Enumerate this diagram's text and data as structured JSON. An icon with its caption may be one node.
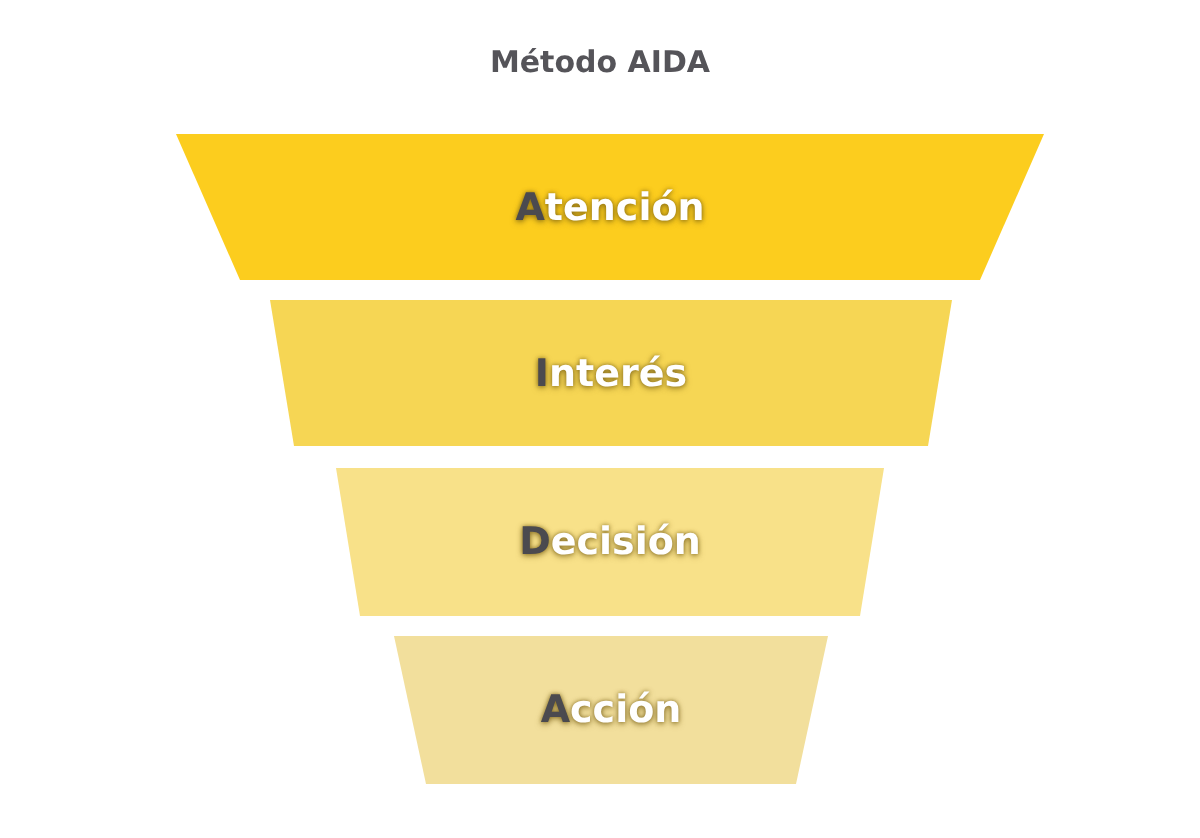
{
  "diagram": {
    "title": "Método AIDA",
    "nodes": [
      {
        "text": [
          "Atención"
        ]
      },
      {
        "text": [
          "Interés"
        ]
      },
      {
        "text": [
          "Decisión"
        ]
      },
      {
        "text": [
          "Acción"
        ]
      }
    ]
  }
}
